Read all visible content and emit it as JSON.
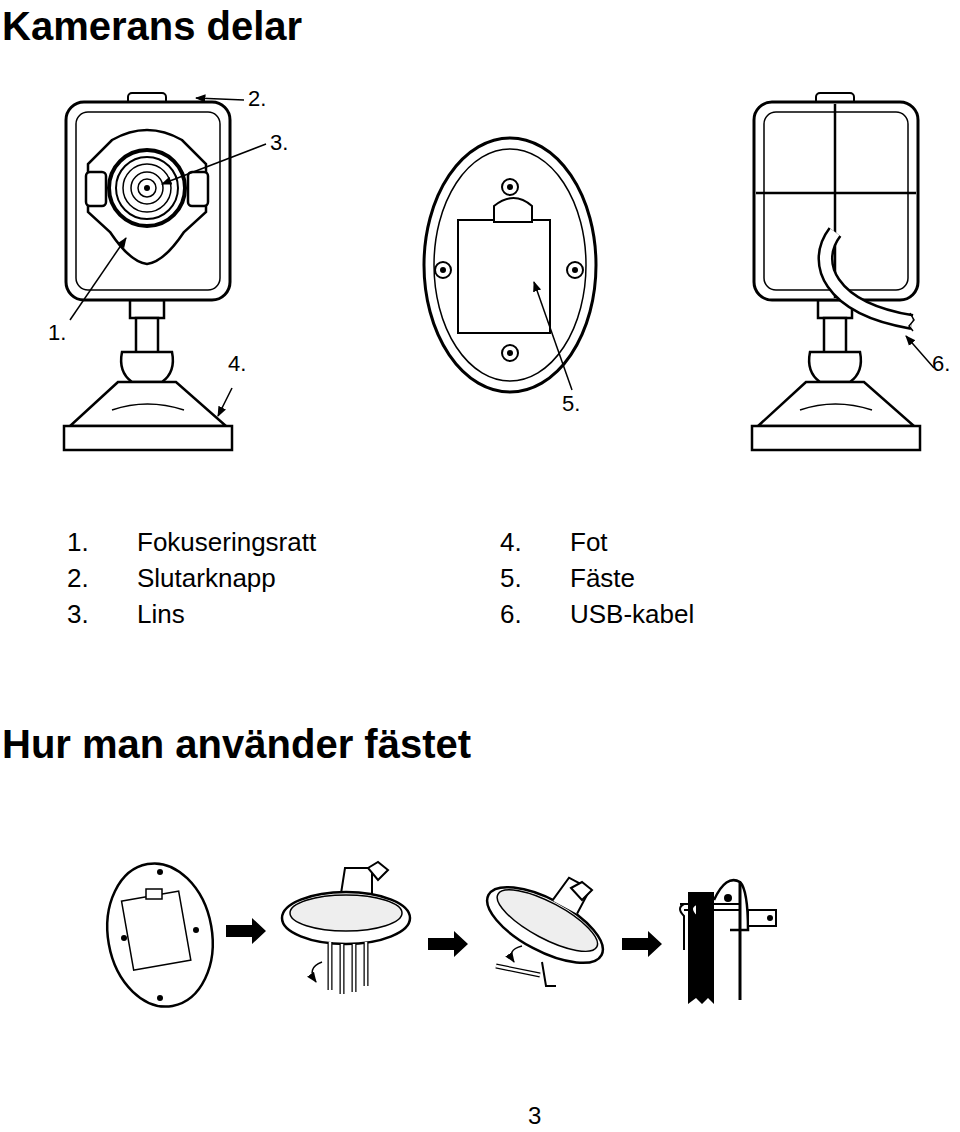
{
  "diagram": {
    "title": "Kamerans delar",
    "labels": [
      "2.",
      "3.",
      "1.",
      "4.",
      "6.",
      "5.",
      "1.",
      "Fokuseringsratt",
      "2.",
      "Slutarknapp",
      "3.",
      "Lins",
      "4.",
      "Fot",
      "5.",
      "Fäste",
      "6.",
      "USB-kabel",
      "Hur man använder fästet",
      "3"
    ]
  }
}
